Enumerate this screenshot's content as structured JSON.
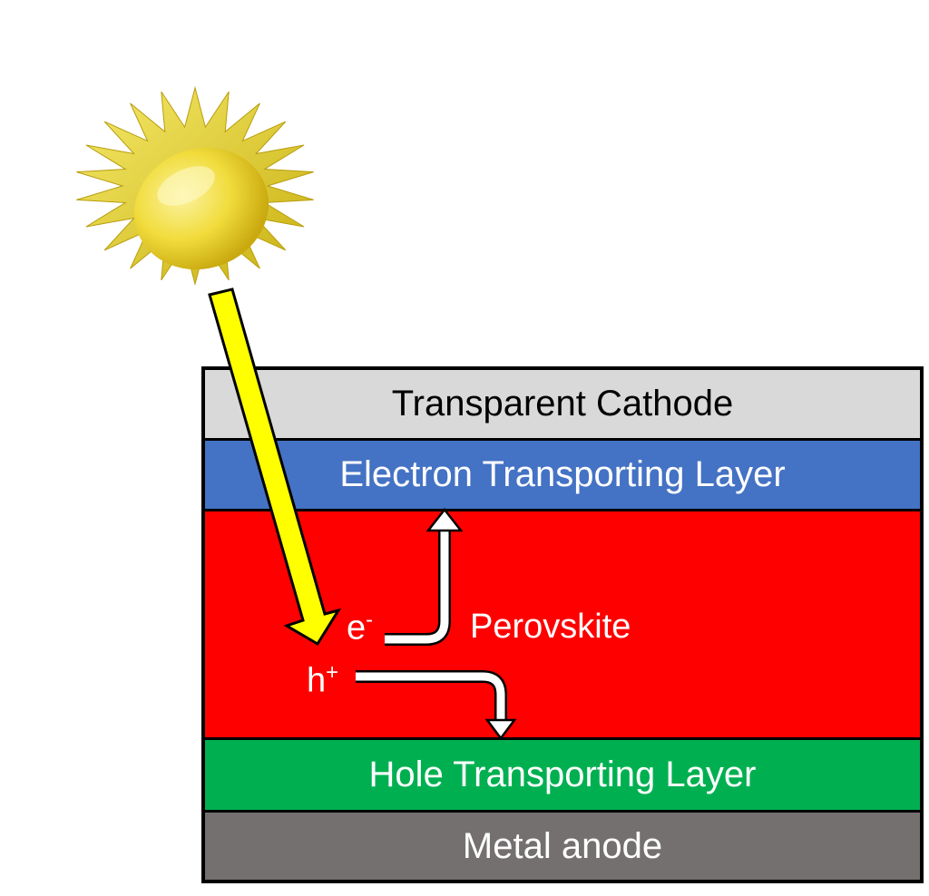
{
  "layers": [
    {
      "label": "Transparent Cathode",
      "color": "#d9d9d9",
      "text_color": "#000000"
    },
    {
      "label": "Electron Transporting Layer",
      "color": "#4472c4",
      "text_color": "#ffffff"
    },
    {
      "label": "Perovskite",
      "color": "#ff0000",
      "text_color": "#ffffff"
    },
    {
      "label": "Hole Transporting Layer",
      "color": "#00b050",
      "text_color": "#ffffff"
    },
    {
      "label": "Metal anode",
      "color": "#757070",
      "text_color": "#ffffff"
    }
  ],
  "carriers": {
    "electron": {
      "symbol": "e",
      "charge": "-"
    },
    "hole": {
      "symbol": "h",
      "charge": "+"
    }
  },
  "icons": {
    "sun": "sun-icon",
    "light_ray": "sunlight-arrow"
  },
  "colors": {
    "sun_rays": "#e8d21a",
    "sun_core": "#f3e24a",
    "light_arrow": "#ffff00"
  }
}
